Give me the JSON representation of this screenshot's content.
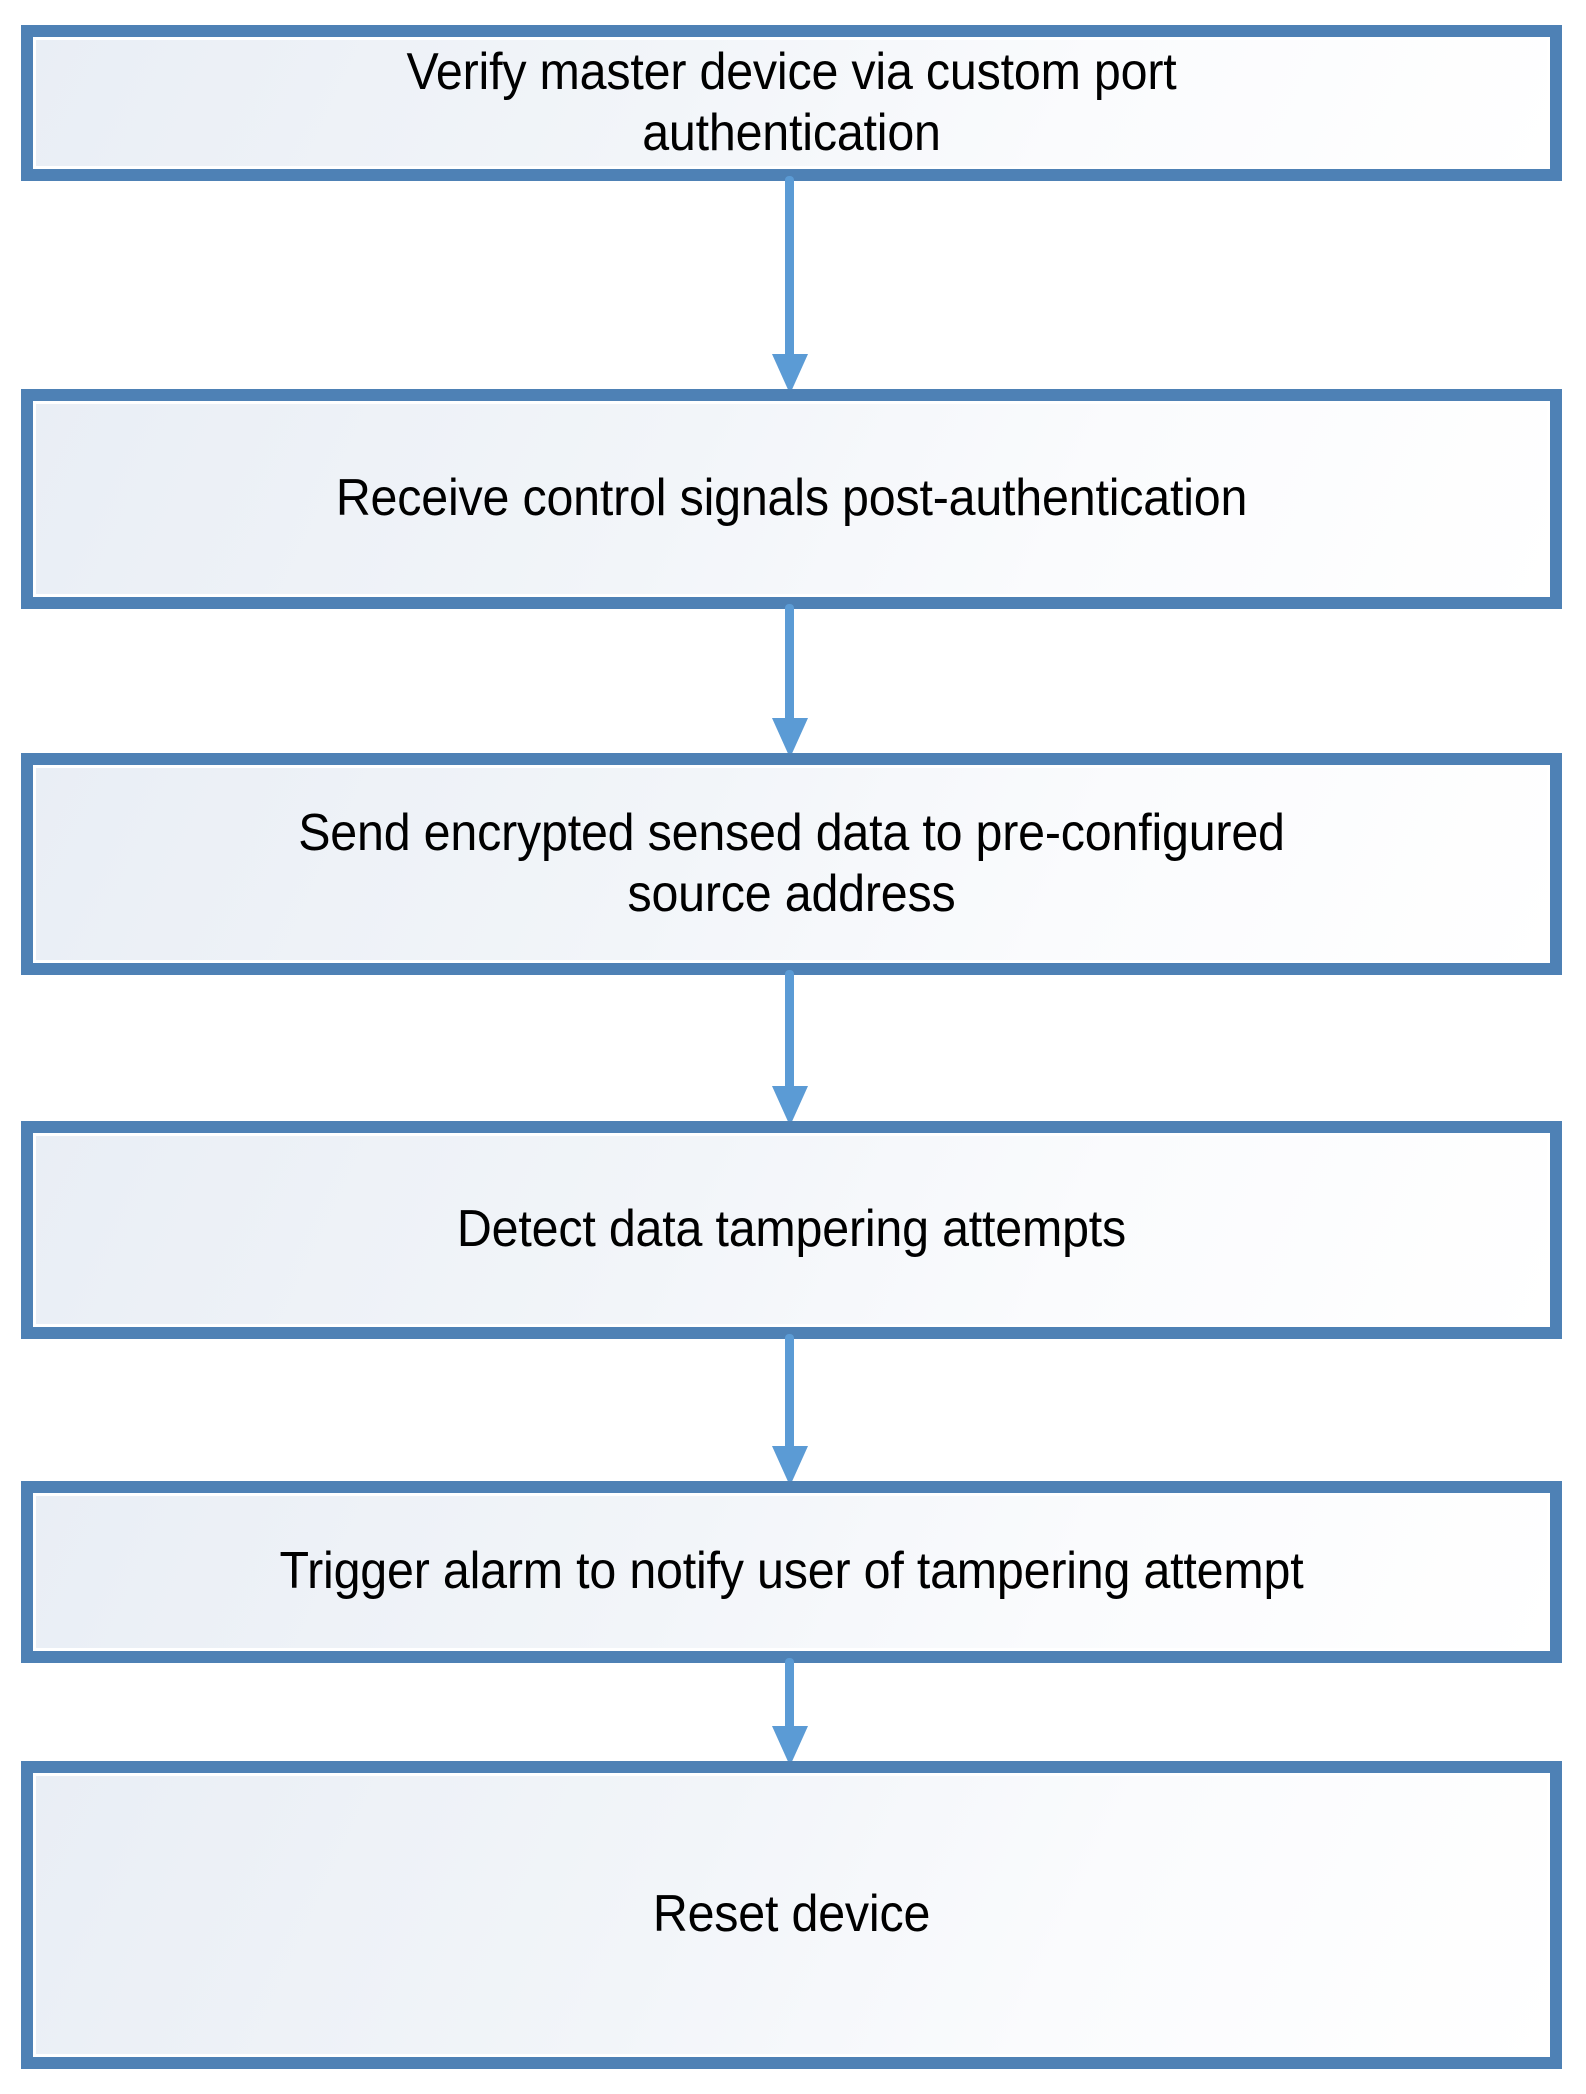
{
  "diagram": {
    "type": "flowchart",
    "orientation": "vertical-top-to-bottom",
    "colors": {
      "node_border": "#4E81B5",
      "node_fill_light": "#EDF1F7",
      "node_fill_highlight": "#FFFFFF",
      "arrow": "#5B9BD5",
      "text": "#000000",
      "background": "#FFFFFF"
    },
    "nodes": [
      {
        "id": "node-1",
        "label": "Verify master device via custom port\nauthentication"
      },
      {
        "id": "node-2",
        "label": "Receive control signals post-authentication"
      },
      {
        "id": "node-3",
        "label": "Send encrypted sensed data to pre-configured\nsource address"
      },
      {
        "id": "node-4",
        "label": "Detect data tampering attempts"
      },
      {
        "id": "node-5",
        "label": "Trigger alarm to notify user of tampering attempt"
      },
      {
        "id": "node-6",
        "label": "Reset device"
      }
    ],
    "edges": [
      {
        "id": "edge-1",
        "from": "node-1",
        "to": "node-2",
        "label": ""
      },
      {
        "id": "edge-2",
        "from": "node-2",
        "to": "node-3",
        "label": ""
      },
      {
        "id": "edge-3",
        "from": "node-3",
        "to": "node-4",
        "label": ""
      },
      {
        "id": "edge-4",
        "from": "node-4",
        "to": "node-5",
        "label": ""
      },
      {
        "id": "edge-5",
        "from": "node-5",
        "to": "node-6",
        "label": ""
      }
    ]
  }
}
